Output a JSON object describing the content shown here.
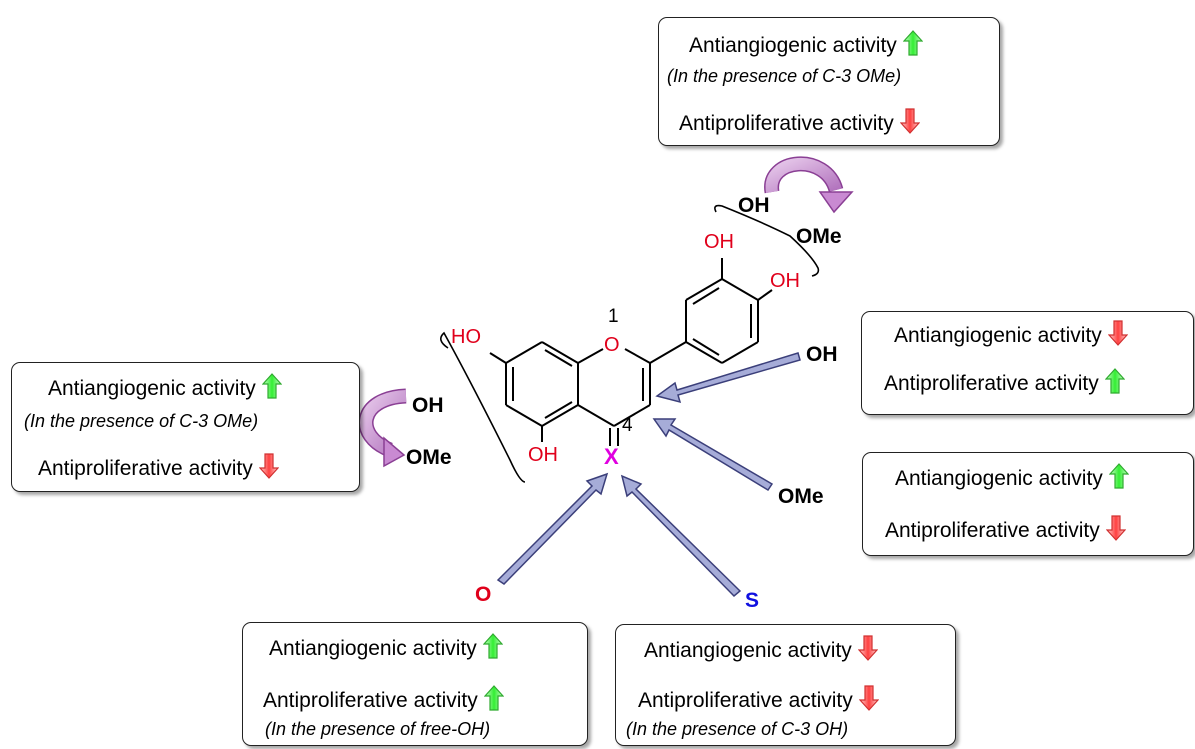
{
  "colors": {
    "up_arrow": "#33ee33",
    "down_arrow": "#ff4040",
    "heteroatom": "#e0001b",
    "x_atom": "#e000e0",
    "sulfur": "#1010e0",
    "purple_arrow": "#c080c8",
    "blue_arrow": "#a6acd8"
  },
  "icons": {
    "up": "green-up-arrow-icon",
    "down": "red-down-arrow-icon"
  },
  "boxes": {
    "top": {
      "line1": "Antiangiogenic activity",
      "line1_dir": "up",
      "note": "(In the presence of C-3 OMe)",
      "line2": "Antiproliferative activity",
      "line2_dir": "down"
    },
    "left": {
      "line1": "Antiangiogenic activity",
      "line1_dir": "up",
      "note": "(In the presence of C-3 OMe)",
      "line2": "Antiproliferative activity",
      "line2_dir": "down"
    },
    "right_oh": {
      "line1": "Antiangiogenic activity",
      "line1_dir": "down",
      "line2": "Antiproliferative activity",
      "line2_dir": "up"
    },
    "right_ome": {
      "line1": "Antiangiogenic activity",
      "line1_dir": "up",
      "line2": "Antiproliferative activity",
      "line2_dir": "down"
    },
    "bottom_o": {
      "line1": "Antiangiogenic activity",
      "line1_dir": "up",
      "line2": "Antiproliferative activity",
      "line2_dir": "up",
      "note": "(In the presence of free-OH)"
    },
    "bottom_s": {
      "line1": "Antiangiogenic activity",
      "line1_dir": "down",
      "line2": "Antiproliferative activity",
      "line2_dir": "down",
      "note": "(In the presence of C-3 OH)"
    }
  },
  "molecule": {
    "ho7": "HO",
    "ho5": "OH",
    "o1": "O",
    "pos1": "1",
    "pos4": "4",
    "x": "X",
    "oh3p": "OH",
    "oh4p": "OH"
  },
  "substituents": {
    "top_oh": "OH",
    "top_ome": "OMe",
    "left_oh": "OH",
    "left_ome": "OMe",
    "right_oh": "OH",
    "right_ome": "OMe",
    "bottom_o": "O",
    "bottom_s": "S"
  }
}
